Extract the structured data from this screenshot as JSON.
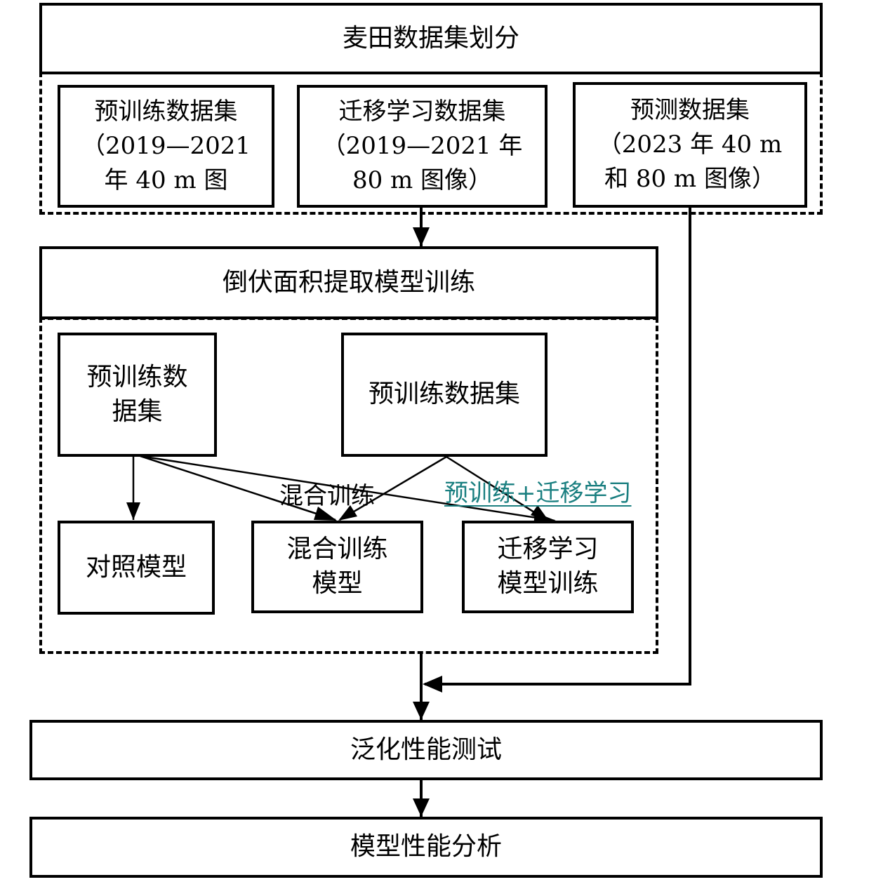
{
  "top": {
    "title": "麦田数据集划分"
  },
  "datasets": [
    {
      "lines": [
        "预训练数据集",
        "（2019—2021",
        "年 40 m 图"
      ]
    },
    {
      "lines": [
        "迁移学习数据集",
        "（2019—2021 年",
        "80 m 图像）"
      ]
    },
    {
      "lines": [
        "预测数据集",
        "（2023 年 40 m",
        "和 80 m 图像）"
      ]
    }
  ],
  "training": {
    "title": "倒伏面积提取模型训练",
    "sources": [
      {
        "lines": [
          "预训练数",
          "据集"
        ]
      },
      {
        "lines": [
          "预训练数据集"
        ]
      }
    ],
    "edge_labels": {
      "mixed": "混合训练",
      "transfer": "预训练+迁移学习"
    },
    "models": [
      {
        "lines": [
          "对照模型"
        ]
      },
      {
        "lines": [
          "混合训练",
          "模型"
        ]
      },
      {
        "lines": [
          "迁移学习",
          "模型训练"
        ]
      }
    ]
  },
  "generalization": {
    "title": "泛化性能测试"
  },
  "analysis": {
    "title": "模型性能分析"
  },
  "colors": {
    "line": "#000000",
    "transfer_label": "#1a7f80"
  }
}
